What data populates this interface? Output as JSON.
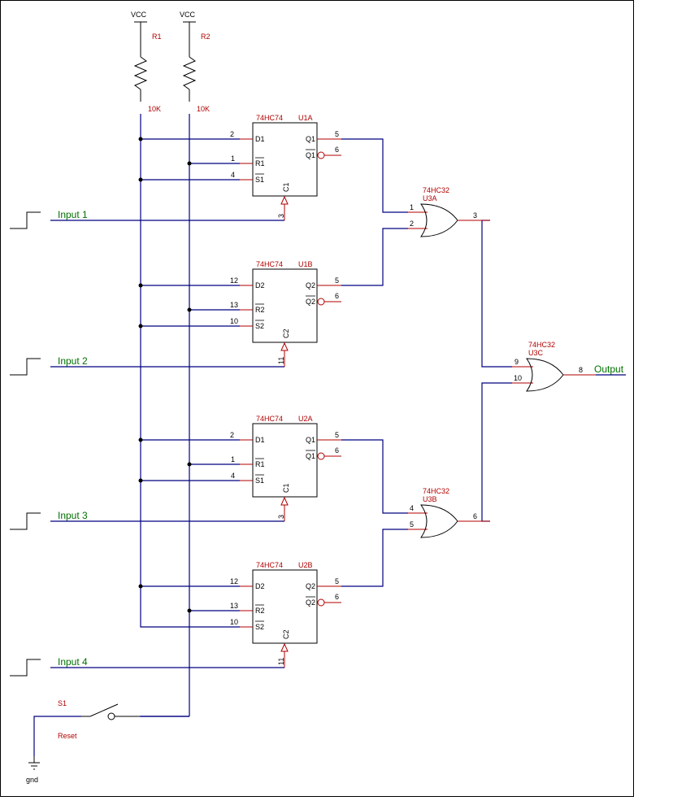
{
  "power": {
    "vcc1": "VCC",
    "vcc2": "VCC",
    "gnd": "gnd"
  },
  "resistors": [
    {
      "ref": "R1",
      "value": "10K"
    },
    {
      "ref": "R2",
      "value": "10K"
    }
  ],
  "flipflops": [
    {
      "part": "74HC74",
      "ref": "U1A",
      "d_pin": "2",
      "d_label": "D1",
      "r_pin": "1",
      "r_label": "R1",
      "s_pin": "4",
      "s_label": "S1",
      "clk_pin": "3",
      "clk_label": "C1",
      "q_pin": "5",
      "q_label": "Q1",
      "qn_pin": "6",
      "qn_label": "Q1"
    },
    {
      "part": "74HC74",
      "ref": "U1B",
      "d_pin": "12",
      "d_label": "D2",
      "r_pin": "13",
      "r_label": "R2",
      "s_pin": "10",
      "s_label": "S2",
      "clk_pin": "11",
      "clk_label": "C2",
      "q_pin": "5",
      "q_label": "Q2",
      "qn_pin": "6",
      "qn_label": "Q2"
    },
    {
      "part": "74HC74",
      "ref": "U2A",
      "d_pin": "2",
      "d_label": "D1",
      "r_pin": "1",
      "r_label": "R1",
      "s_pin": "4",
      "s_label": "S1",
      "clk_pin": "3",
      "clk_label": "C1",
      "q_pin": "5",
      "q_label": "Q1",
      "qn_pin": "6",
      "qn_label": "Q1"
    },
    {
      "part": "74HC74",
      "ref": "U2B",
      "d_pin": "12",
      "d_label": "D2",
      "r_pin": "13",
      "r_label": "R2",
      "s_pin": "10",
      "s_label": "S2",
      "clk_pin": "11",
      "clk_label": "C2",
      "q_pin": "5",
      "q_label": "Q2",
      "qn_pin": "6",
      "qn_label": "Q2"
    }
  ],
  "gates": [
    {
      "part": "74HC32",
      "ref": "U3A",
      "in1": "1",
      "in2": "2",
      "out": "3"
    },
    {
      "part": "74HC32",
      "ref": "U3B",
      "in1": "4",
      "in2": "5",
      "out": "6"
    },
    {
      "part": "74HC32",
      "ref": "U3C",
      "in1": "9",
      "in2": "10",
      "out": "8"
    }
  ],
  "inputs": [
    "Input 1",
    "Input 2",
    "Input 3",
    "Input 4"
  ],
  "output": "Output",
  "switch": {
    "ref": "S1",
    "label": "Reset"
  }
}
